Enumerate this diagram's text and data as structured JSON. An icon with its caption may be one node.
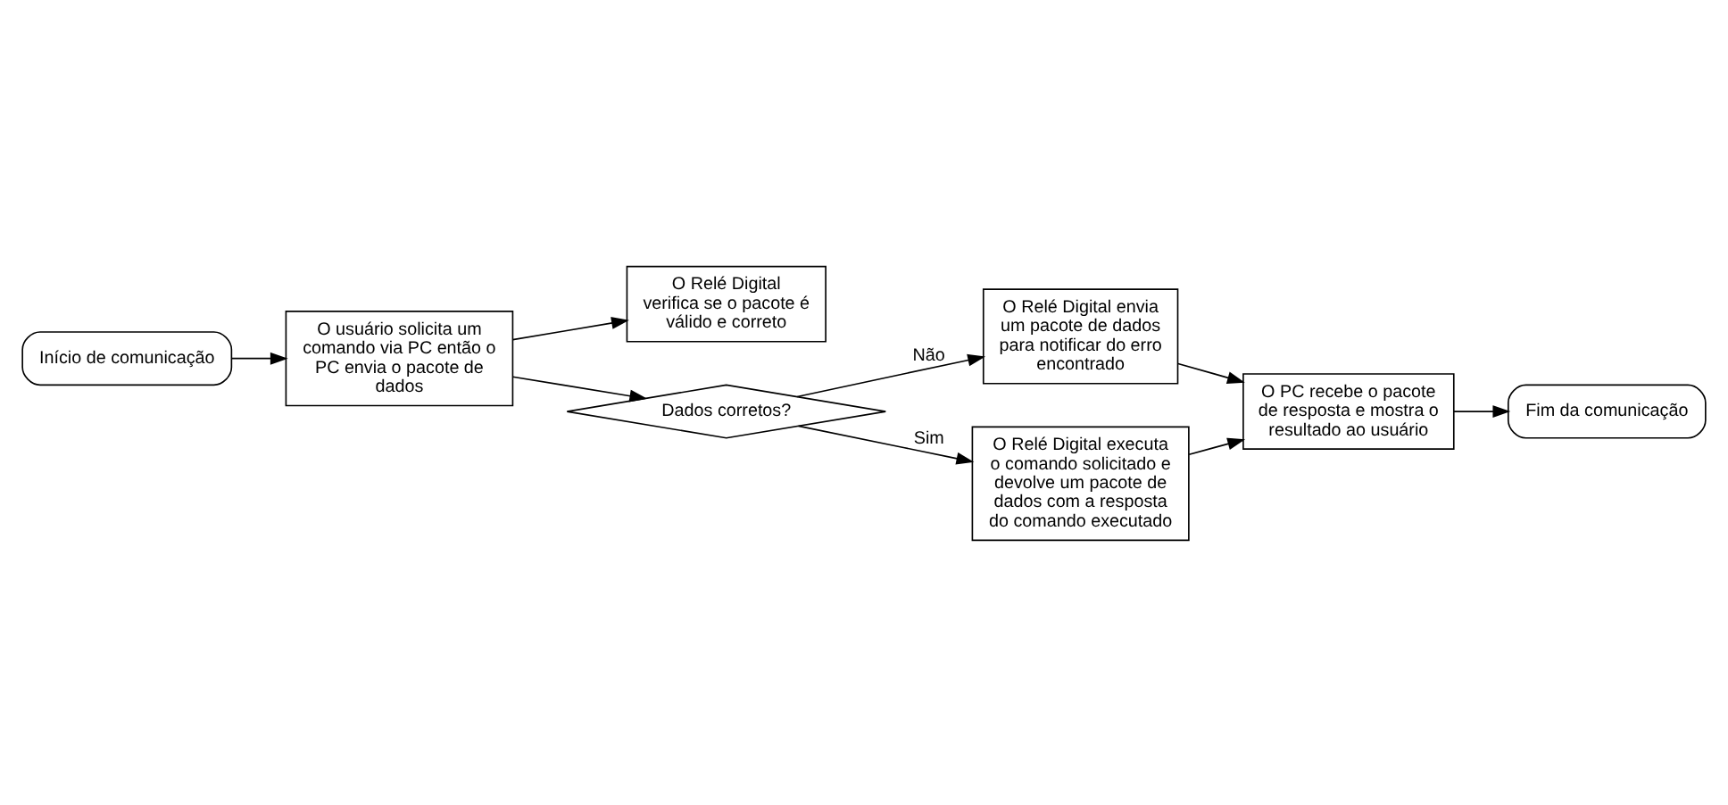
{
  "diagram": {
    "nodes": [
      {
        "text": [
          "Início de comunicação"
        ]
      },
      {
        "text": [
          "O usuário solicita um comando via PC então o PC envia o pacote de dados"
        ]
      },
      {
        "text": [
          "O Relé Digital verifica se o pacote é válido e correto"
        ]
      },
      {
        "text": [
          "Dados corretos?"
        ]
      },
      {
        "text": [
          "O Relé Digital envia um pacote de dados para notificar do erro encontrado"
        ]
      },
      {
        "text": [
          "O Relé Digital executa o comando solicitado e devolve um pacote de dados com a resposta do comando executado"
        ]
      },
      {
        "text": [
          "O PC recebe o pacote de resposta e mostra o resultado ao usuário"
        ]
      },
      {
        "text": [
          "Fim da comunicação"
        ]
      }
    ],
    "edges": [
      {
        "from": 0,
        "to": 1,
        "arrow": "to"
      },
      {
        "from": 1,
        "to": 2,
        "arrow": "to"
      },
      {
        "from": 1,
        "to": 3,
        "arrow": "to"
      },
      {
        "from": 3,
        "to": 4,
        "arrow": "to",
        "label": "Não"
      },
      {
        "from": 3,
        "to": 5,
        "arrow": "to",
        "label": "Sim"
      },
      {
        "from": 4,
        "to": 6,
        "arrow": "to"
      },
      {
        "from": 5,
        "to": 6,
        "arrow": "to"
      },
      {
        "from": 6,
        "to": 7,
        "arrow": "to"
      }
    ]
  }
}
